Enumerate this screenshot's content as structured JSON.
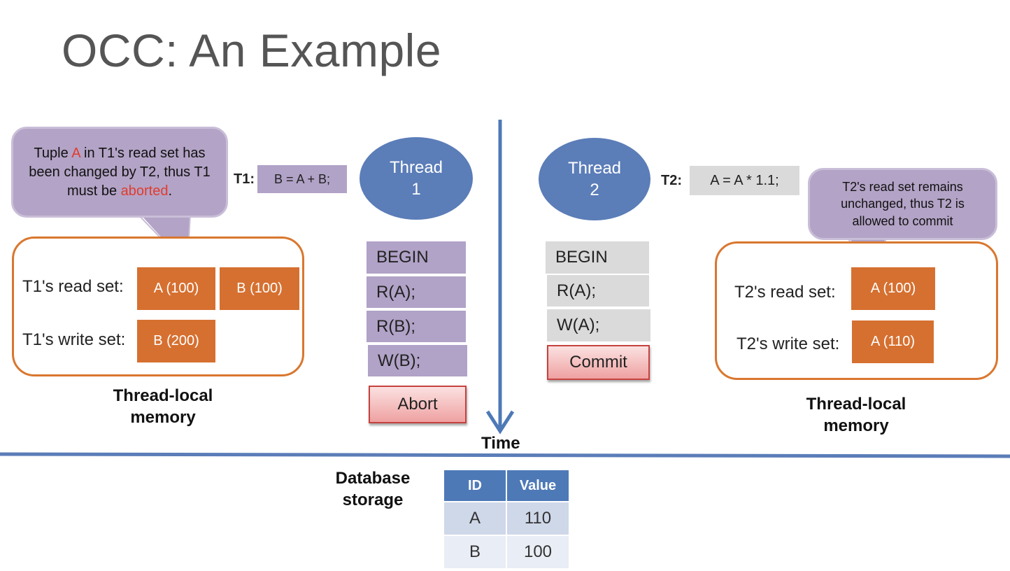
{
  "title": "OCC: An Example",
  "t1": {
    "label": "T1:",
    "code": "B = A + B;",
    "thread": {
      "line1": "Thread",
      "line2": "1"
    },
    "steps": [
      "BEGIN",
      "R(A);",
      "R(B);",
      "W(B);"
    ],
    "action": "Abort",
    "read_set_label": "T1's read set:",
    "write_set_label": "T1's write set:",
    "read_set": [
      "A (100)",
      "B (100)"
    ],
    "write_set": [
      "B (200)"
    ],
    "memory_label": [
      "Thread-local",
      "memory"
    ],
    "callout": {
      "p1": "Tuple ",
      "p2": "A",
      "p3": " in T1's read set has been changed by T2, thus T1 must be ",
      "p4": "aborted",
      "p5": "."
    }
  },
  "t2": {
    "label": "T2:",
    "code": "A = A * 1.1;",
    "thread": {
      "line1": "Thread",
      "line2": "2"
    },
    "steps": [
      "BEGIN",
      "R(A);",
      "W(A);"
    ],
    "action": "Commit",
    "read_set_label": "T2's read set:",
    "write_set_label": "T2's write set:",
    "read_set": [
      "A (100)"
    ],
    "write_set": [
      "A (110)"
    ],
    "memory_label": [
      "Thread-local",
      "memory"
    ],
    "callout": "T2's read set remains unchanged, thus T2 is allowed to commit"
  },
  "time_label": "Time",
  "database": {
    "label": [
      "Database",
      "storage"
    ],
    "columns": [
      "ID",
      "Value"
    ],
    "rows": [
      [
        "A",
        "110"
      ],
      [
        "B",
        "100"
      ]
    ],
    "changed_color": "#e03c2e"
  },
  "colors": {
    "accent_blue": "#5b7db8",
    "orange": "#d67030",
    "purple": "#b1a2c7",
    "gray": "#dadada"
  }
}
